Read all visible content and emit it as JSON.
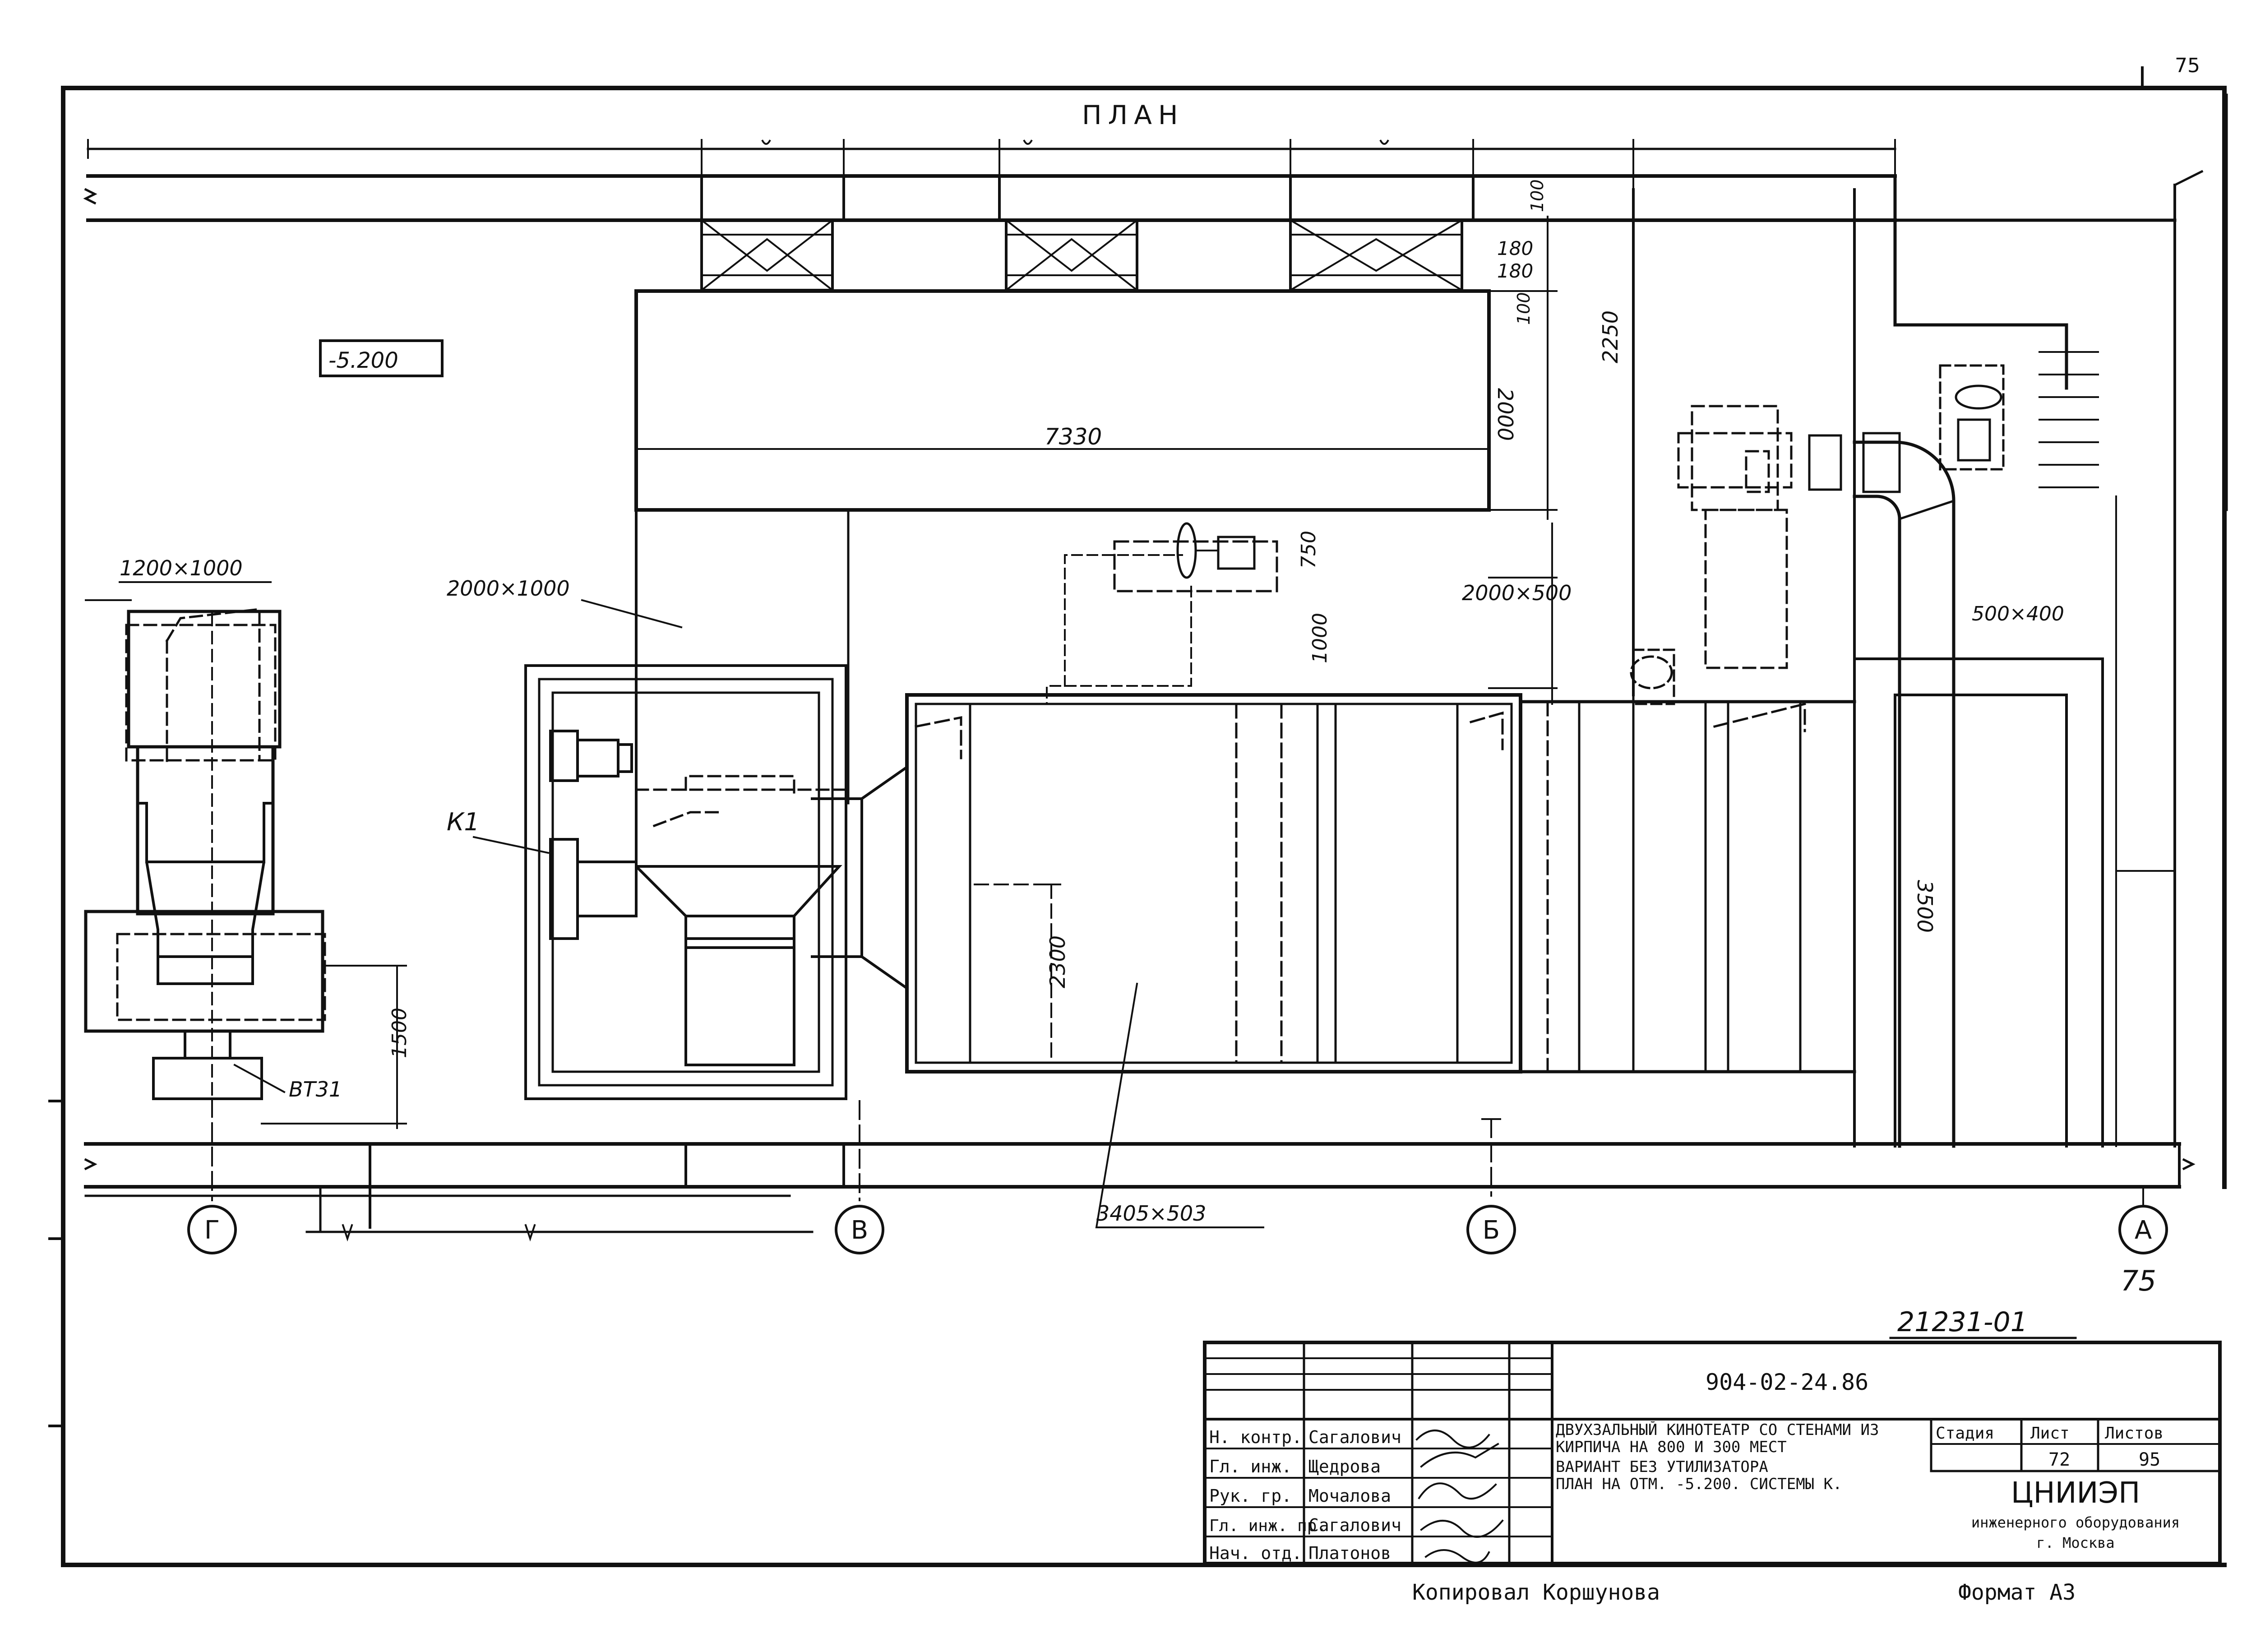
{
  "sheet": {
    "title": "ПЛАН",
    "corner_number": "75",
    "page_number": "75",
    "inventory_number": "21231-01",
    "copied_by": "Копировал Коршунова",
    "format": "Формат А3"
  },
  "plan": {
    "level_mark": "-5.200",
    "dims": {
      "d7330": "7330",
      "d2000": "2000",
      "d2250": "2250",
      "d180a": "180",
      "d180b": "180",
      "d100a": "100",
      "d100b": "100",
      "d750": "750",
      "d1000": "1000",
      "d1500": "1500",
      "d2300": "2300",
      "d3500": "3500"
    },
    "ducts": {
      "d1200x1000": "1200×1000",
      "d2000x1000": "2000×1000",
      "d2000x500": "2000×500",
      "d500x400": "500×400",
      "d3405x503": "3405×503"
    },
    "equipment": {
      "k1": "К1",
      "vt31": "ВТ31"
    },
    "axes": {
      "g": "Г",
      "v": "В",
      "b": "Б",
      "a": "А"
    }
  },
  "title_block": {
    "code": "904-02-24.86",
    "description": "Двухзальный кинотеатр со стенами из кирпича на 800 и 300 мест",
    "variant": "Вариант без утилизатора",
    "sheet_title": "План на отм. -5.200. Системы К.",
    "stage_header": "Стадия",
    "sheet_header": "Лист",
    "sheets_header": "Листов",
    "stage_value": "",
    "sheet_value": "72",
    "sheets_value": "95",
    "org_name": "ЦНИИЭП",
    "org_sub": "инженерного оборудования",
    "org_city": "г. Москва",
    "roles": [
      {
        "role": "Н. контр.",
        "name": "Сагалович"
      },
      {
        "role": "Гл. инж.",
        "name": "Щедрова"
      },
      {
        "role": "Рук. гр.",
        "name": "Мочалова"
      },
      {
        "role": "Гл. инж. пр.",
        "name": "Сагалович"
      },
      {
        "role": "Нач. отд.",
        "name": "Платонов"
      }
    ]
  }
}
